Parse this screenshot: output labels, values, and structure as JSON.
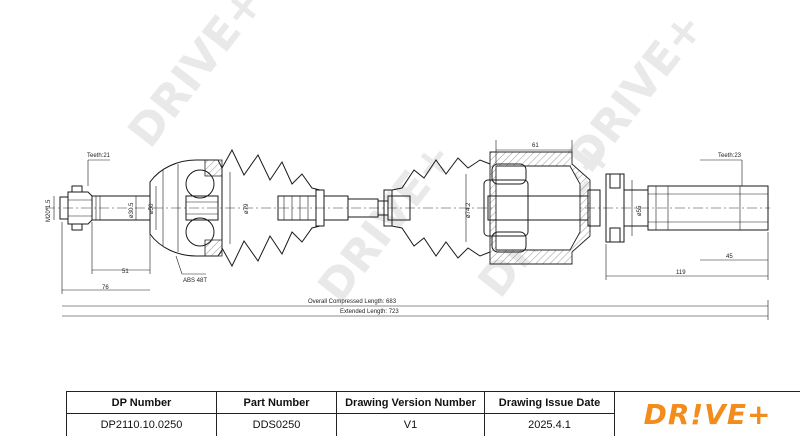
{
  "watermark": "DRIVE+",
  "dimensions": {
    "teeth_left": "Teeth:21",
    "teeth_right": "Teeth:23",
    "thread": "M20*1.5",
    "d_shaft_left": "ø30.5",
    "d_inner_left": "ø50",
    "d_joint_left": "ø79",
    "d_joint_right": "ø74.2",
    "d_shaft_right": "ø55",
    "len_51": "51",
    "len_76": "76",
    "abs": "ABS 48T",
    "len_61": "61",
    "len_45": "45",
    "len_119": "119",
    "overall": "Overall  Compressed  Length: 683",
    "extended": "Extended  Length: 723"
  },
  "title_block": {
    "headers": {
      "dp_number": "DP Number",
      "part_number": "Part Number",
      "version": "Drawing Version Number",
      "issue_date": "Drawing Issue Date"
    },
    "values": {
      "dp_number": "DP2110.10.0250",
      "part_number": "DDS0250",
      "version": "V1",
      "issue_date": "2025.4.1"
    },
    "logo": "DR!VE+",
    "logo_color": "#f28c1c"
  }
}
